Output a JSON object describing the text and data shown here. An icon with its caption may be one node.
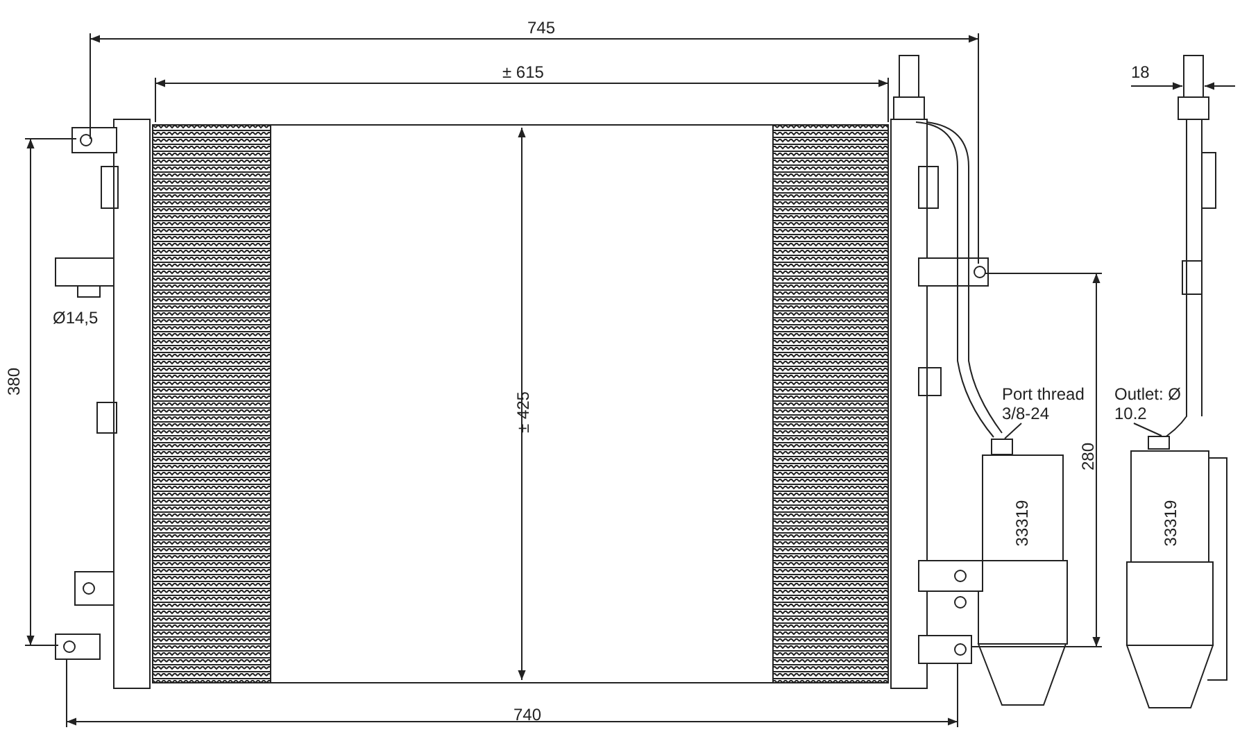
{
  "diagram": {
    "nodes": [
      {
        "text": [
          "Port thread 3/8-24"
        ]
      },
      {
        "text": [],
        "shape": "box"
      },
      {
        "text": [
          "Outlet: Ø 10.2"
        ]
      },
      {
        "text": [],
        "shape": "box"
      }
    ],
    "edges": [
      {
        "from": 0,
        "to": 1,
        "arrow": "none"
      },
      {
        "from": 2,
        "to": 3,
        "arrow": "none"
      }
    ],
    "labels": [
      "745",
      "± 615",
      "18",
      "380",
      "Ø14,5",
      "± 425",
      "280",
      "33319",
      "33319",
      "740"
    ]
  }
}
